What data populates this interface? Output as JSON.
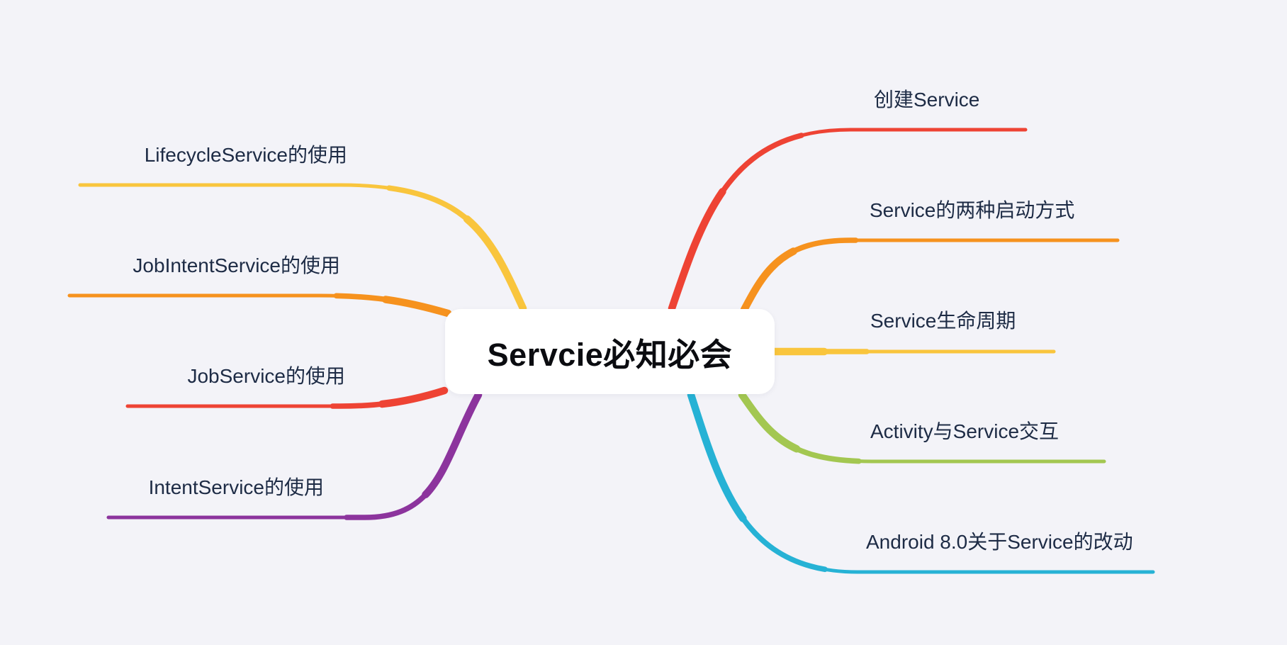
{
  "background": "#f3f3f8",
  "label_color": "#1d2b45",
  "center": {
    "label": "Servcie必知必会",
    "background": "#ffffff",
    "text_color": "#0b0c10"
  },
  "left_branches": [
    {
      "label": "LifecycleService的使用",
      "color": "#f9c53d"
    },
    {
      "label": "JobIntentService的使用",
      "color": "#f6921e"
    },
    {
      "label": "JobService的使用",
      "color": "#ee4334"
    },
    {
      "label": "IntentService的使用",
      "color": "#8c349d"
    }
  ],
  "right_branches": [
    {
      "label": "创建Service",
      "color": "#ee4334"
    },
    {
      "label": "Service的两种启动方式",
      "color": "#f6921e"
    },
    {
      "label": "Service生命周期",
      "color": "#f9c53d"
    },
    {
      "label": "Activity与Service交互",
      "color": "#a3c751"
    },
    {
      "label": "Android 8.0关于Service的改动",
      "color": "#26b2d5"
    }
  ]
}
